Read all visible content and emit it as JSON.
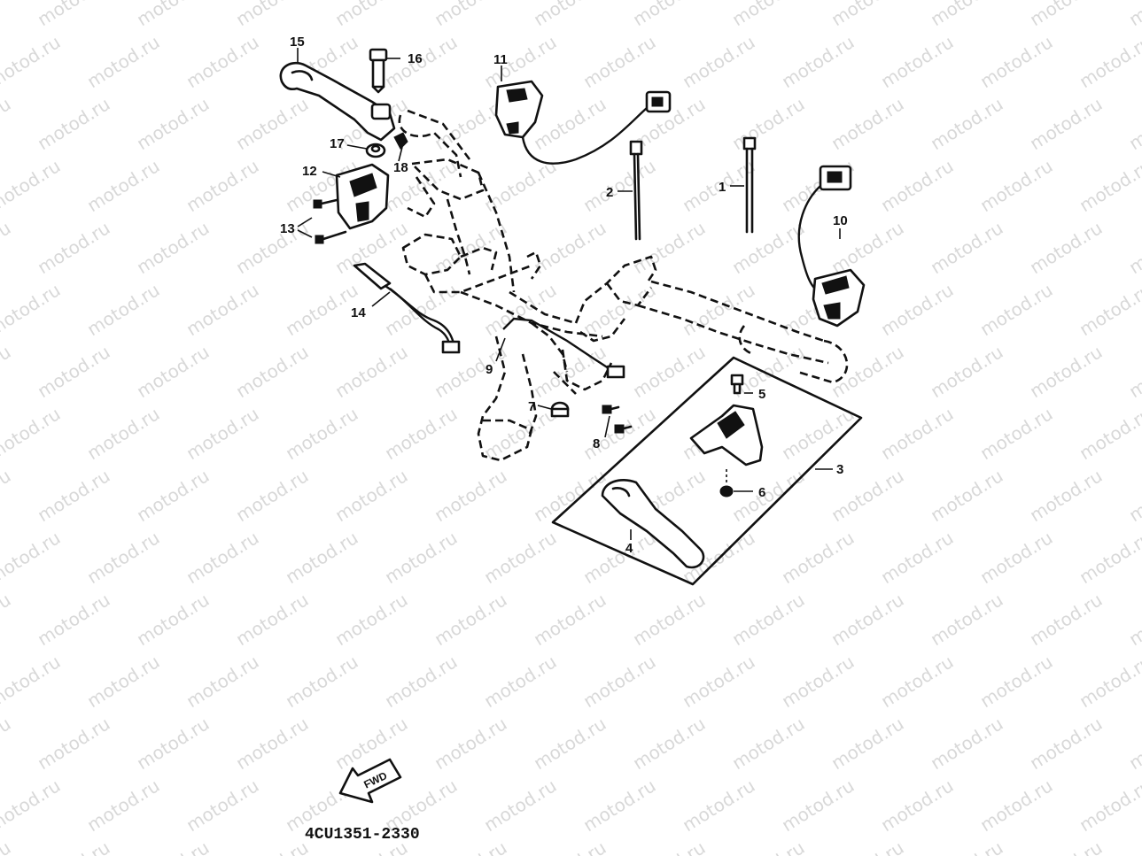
{
  "watermark": "motod.ru",
  "parts": [
    {
      "id": "1",
      "label": "1"
    },
    {
      "id": "2",
      "label": "2"
    },
    {
      "id": "3",
      "label": "3"
    },
    {
      "id": "4",
      "label": "4"
    },
    {
      "id": "5",
      "label": "5"
    },
    {
      "id": "6",
      "label": "6"
    },
    {
      "id": "7",
      "label": "7"
    },
    {
      "id": "8",
      "label": "8"
    },
    {
      "id": "9",
      "label": "9"
    },
    {
      "id": "10",
      "label": "10"
    },
    {
      "id": "11",
      "label": "11"
    },
    {
      "id": "12",
      "label": "12"
    },
    {
      "id": "13",
      "label": "13"
    },
    {
      "id": "14",
      "label": "14"
    },
    {
      "id": "15",
      "label": "15"
    },
    {
      "id": "16",
      "label": "16"
    },
    {
      "id": "17",
      "label": "17"
    },
    {
      "id": "18",
      "label": "18"
    }
  ],
  "fwd_label": "FWD",
  "code": "4CU1351-2330"
}
